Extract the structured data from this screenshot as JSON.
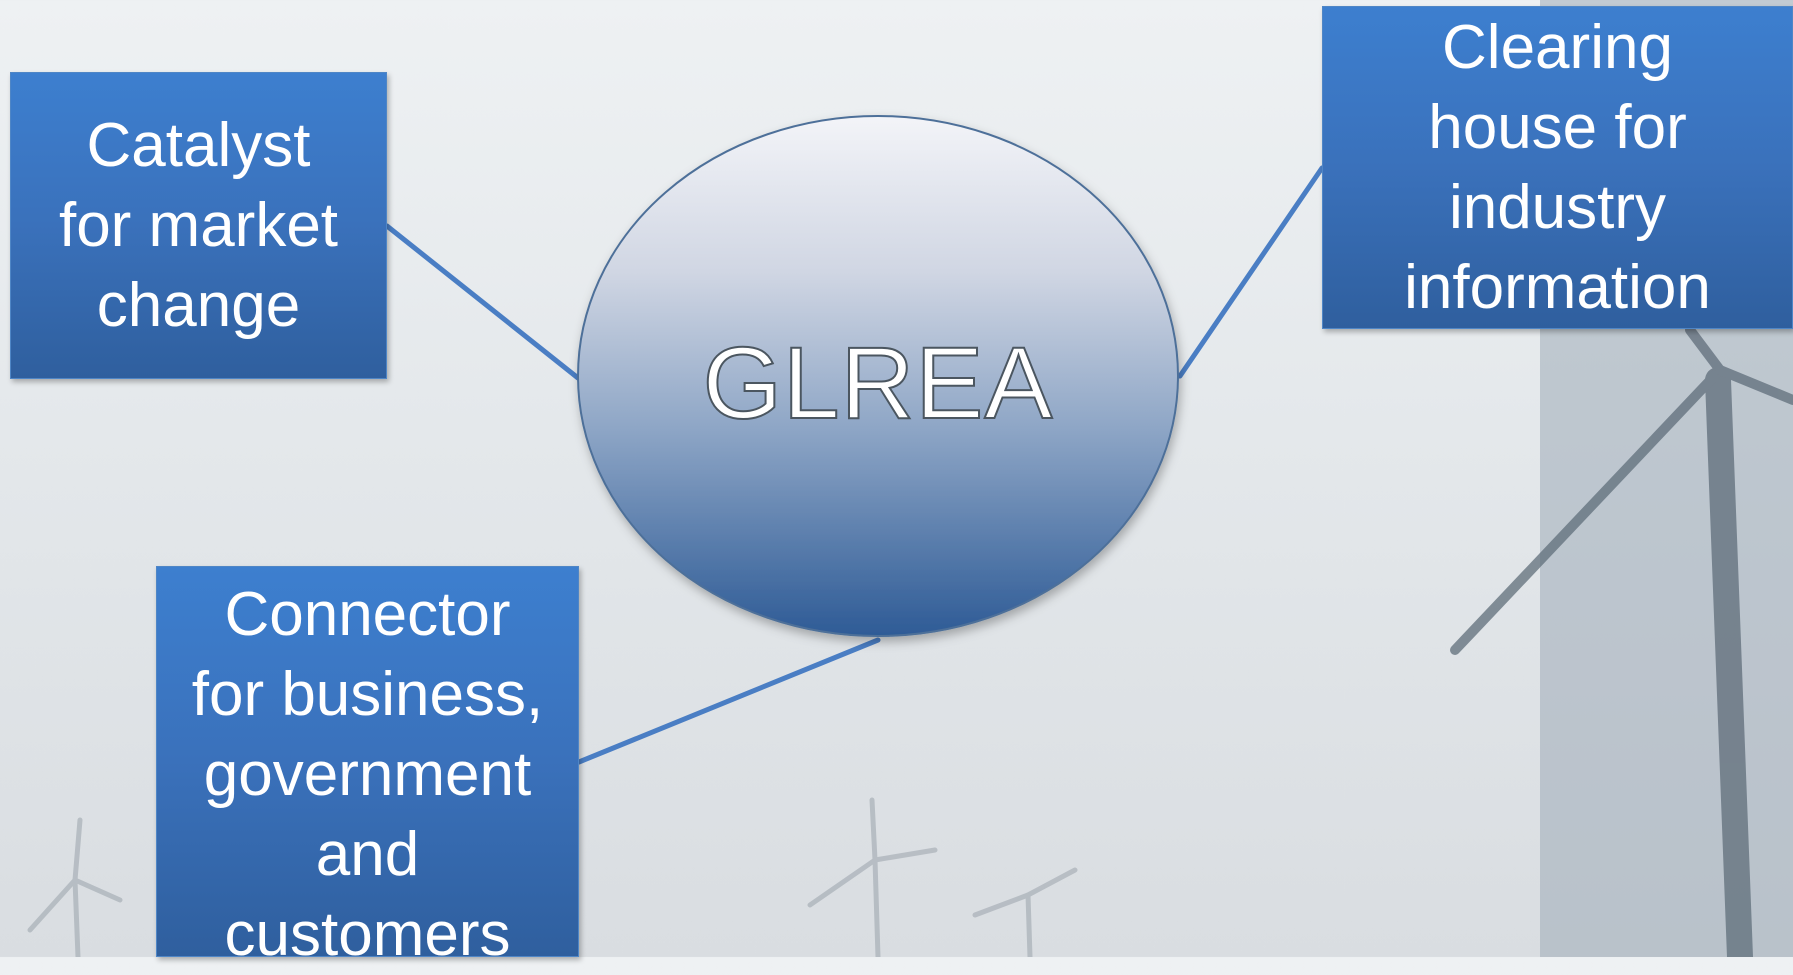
{
  "diagram": {
    "center": {
      "label": "GLREA"
    },
    "boxes": [
      {
        "id": "catalyst",
        "lines": [
          "Catalyst",
          "for market",
          "change"
        ]
      },
      {
        "id": "clearing",
        "lines": [
          "Clearing",
          "house for",
          "industry",
          "information"
        ]
      },
      {
        "id": "connector",
        "lines": [
          "Connector",
          "for business,",
          "government",
          "and",
          "customers"
        ]
      }
    ]
  },
  "colors": {
    "box_top": "#3d7fcf",
    "box_bottom": "#2f5f9e",
    "connector_line": "#4a7ec4",
    "ellipse_top": "#f3f4f8",
    "ellipse_bottom": "#2e5b96"
  }
}
